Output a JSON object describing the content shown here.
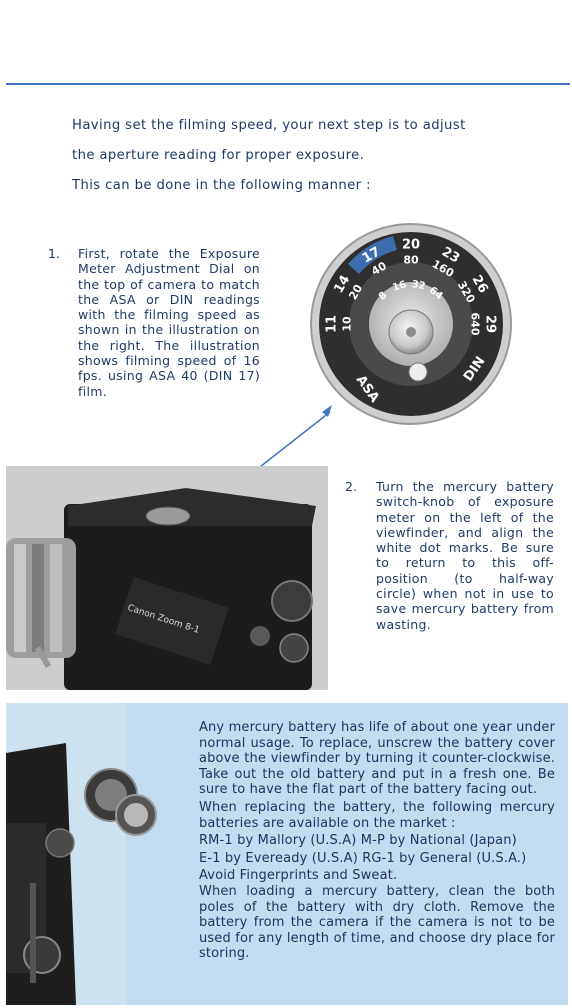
{
  "intro": {
    "line1": "Having set the filming speed, your next step is to adjust",
    "line2": "the aperture reading for proper exposure.",
    "line3": "This can be done in the following manner :"
  },
  "step1": {
    "number": "1.",
    "text": "First, rotate the Exposure Meter Adjustment Dial on the top of camera to match the ASA or DIN readings with the filming speed as shown in the illustration on the right. The illustration shows filming speed of 16 fps. using ASA 40 (DIN 17) film."
  },
  "dial": {
    "din_numbers": [
      "11",
      "14",
      "17",
      "20",
      "23",
      "26",
      "29"
    ],
    "asa_numbers": [
      "10",
      "20",
      "40",
      "80",
      "160",
      "320",
      "640"
    ],
    "inner_numbers": [
      "8",
      "16",
      "32",
      "64"
    ],
    "asa_label": "ASA",
    "din_label": "DIN"
  },
  "camera_label": "Canon Zoom 8-1",
  "step2": {
    "number": "2.",
    "text": "Turn the mercury battery switch-knob of exposure meter on the left of the viewfinder, and align the white dot marks. Be sure to return to this off-position (to half-way circle) when not in use to save mercury battery from wasting."
  },
  "battery": {
    "p1": "Any mercury battery has life of about one year under normal usage. To replace, unscrew the battery cover above the viewfinder by turning it counter-clockwise. Take out the old battery and put in a fresh one. Be sure to have the flat part of the battery facing out.",
    "p2": "When replacing the battery, the following mercury batteries are available on the market :",
    "p3a": "RM-1 by Mallory (U.S.A) M-P by National (Japan)",
    "p3b": "E-1 by Eveready (U.S.A) RG-1 by General (U.S.A.)",
    "p4a": "Avoid Fingerprints and Sweat.",
    "p4b": "When loading a mercury battery, clean the both poles of the battery with dry cloth. Remove the battery from the camera if the camera is not to be used for any length of time, and choose dry place for storing."
  },
  "colors": {
    "ink": "#1f3a66",
    "rule": "#3f78c2",
    "panel": "#c4dcef",
    "dial_ring": "#3a3a3a",
    "dial_accent": "#3f78c2"
  }
}
